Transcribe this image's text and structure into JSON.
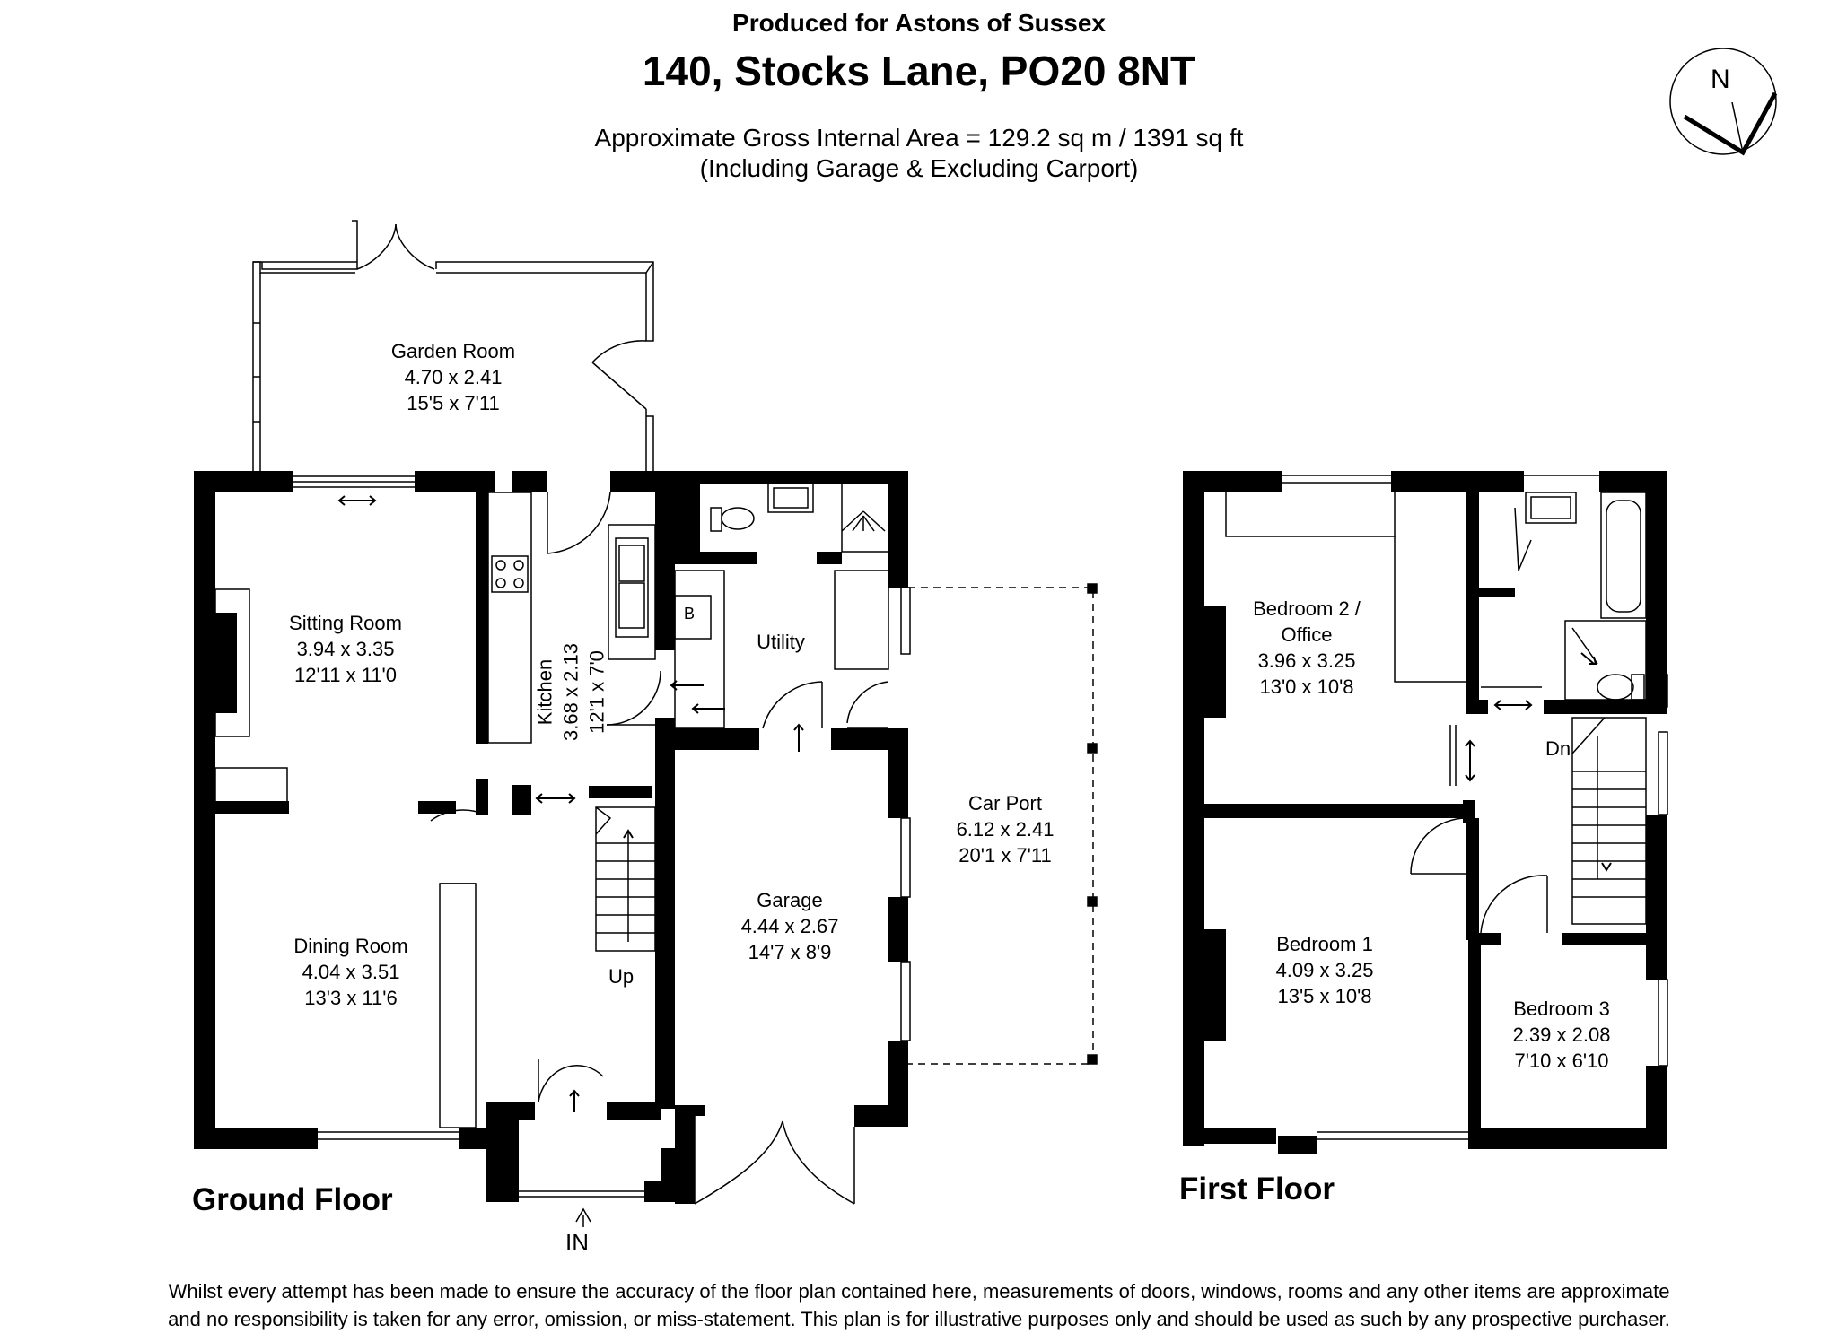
{
  "header": {
    "produced_for": "Produced for Astons of Sussex",
    "address": "140, Stocks Lane, PO20 8NT",
    "area_line": "Approximate Gross Internal Area = 129.2 sq m / 1391 sq ft",
    "inclusion_line": "(Including Garage & Excluding Carport)"
  },
  "compass": {
    "label": "N"
  },
  "floors": {
    "ground": {
      "label": "Ground Floor",
      "entrance_label": "IN",
      "stairs_label": "Up",
      "rooms": [
        {
          "name": "Garden Room",
          "metric": "4.70 x 2.41",
          "imperial": "15'5 x 7'11"
        },
        {
          "name": "Sitting Room",
          "metric": "3.94 x 3.35",
          "imperial": "12'11 x 11'0"
        },
        {
          "name": "Kitchen",
          "metric": "3.68 x 2.13",
          "imperial": "12'1 x 7'0"
        },
        {
          "name": "Utility",
          "metric": "",
          "imperial": ""
        },
        {
          "name": "Car Port",
          "metric": "6.12 x 2.41",
          "imperial": "20'1 x 7'11"
        },
        {
          "name": "Garage",
          "metric": "4.44 x 2.67",
          "imperial": "14'7 x 8'9"
        },
        {
          "name": "Dining Room",
          "metric": "4.04 x 3.51",
          "imperial": "13'3 x 11'6"
        }
      ],
      "boiler_label": "B"
    },
    "first": {
      "label": "First Floor",
      "stairs_label": "Dn",
      "rooms": [
        {
          "name_line1": "Bedroom 2 /",
          "name_line2": "Office",
          "metric": "3.96 x 3.25",
          "imperial": "13'0 x 10'8"
        },
        {
          "name": "Bedroom 1",
          "metric": "4.09 x 3.25",
          "imperial": "13'5 x 10'8"
        },
        {
          "name": "Bedroom 3",
          "metric": "2.39 x 2.08",
          "imperial": "7'10 x 6'10"
        }
      ]
    }
  },
  "disclaimer": {
    "line1": "Whilst every attempt has been made to ensure the accuracy of the floor plan contained here, measurements of doors, windows, rooms and any other items are approximate",
    "line2": "and no responsibility is taken for any error, omission, or miss-statement. This plan is for illustrative purposes only and should be used as such by any prospective purchaser."
  }
}
